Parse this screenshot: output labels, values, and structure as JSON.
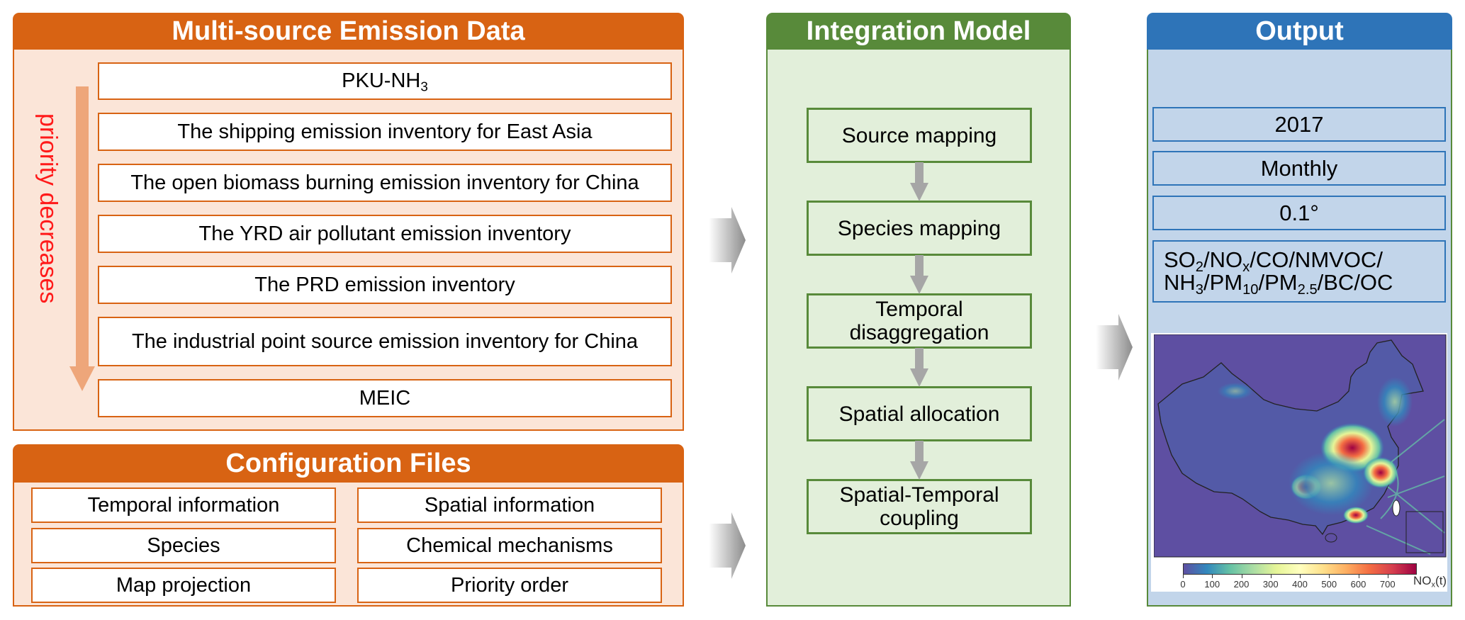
{
  "source_panel": {
    "title": "Multi-source Emission Data",
    "priority_label": "priority decreases",
    "items": [
      {
        "label": "PKU-NH",
        "sub": "3"
      },
      {
        "label": "The shipping emission inventory for East Asia"
      },
      {
        "label": "The open biomass burning emission inventory for China"
      },
      {
        "label": "The YRD air pollutant emission inventory"
      },
      {
        "label": "The PRD emission inventory"
      },
      {
        "label": "The industrial point source emission inventory for China"
      },
      {
        "label": "MEIC"
      }
    ]
  },
  "config_panel": {
    "title": "Configuration Files",
    "items": [
      "Temporal information",
      "Spatial information",
      "Species",
      "Chemical mechanisms",
      "Map projection",
      "Priority order"
    ]
  },
  "model_panel": {
    "title": "Integration Model",
    "steps": [
      [
        "Source mapping"
      ],
      [
        "Species mapping"
      ],
      [
        "Temporal",
        "disaggregation"
      ],
      [
        "Spatial allocation"
      ],
      [
        "Spatial-Temporal",
        "coupling"
      ]
    ]
  },
  "output_panel": {
    "title": "Output",
    "year": "2017",
    "temporal_resolution": "Monthly",
    "spatial_resolution": "0.1°",
    "species_line1": [
      {
        "t": "SO"
      },
      {
        "s": "2"
      },
      {
        "t": "/NO"
      },
      {
        "s": "x"
      },
      {
        "t": "/CO/NMVOC/"
      }
    ],
    "species_line2": [
      {
        "t": "NH"
      },
      {
        "s": "3"
      },
      {
        "t": "/PM"
      },
      {
        "s": "10"
      },
      {
        "t": "/PM"
      },
      {
        "s": "2.5"
      },
      {
        "t": "/BC/OC"
      }
    ],
    "map": {
      "description": "Gridded NOx emission map of China",
      "colorbar_ticks": [
        "0",
        "100",
        "200",
        "300",
        "400",
        "500",
        "600",
        "700"
      ],
      "colorbar_unit": "NO",
      "colorbar_unit_sub": "x",
      "colorbar_unit_suffix": "(t)",
      "colorbar_range": [
        0,
        800
      ],
      "colors": [
        "#5e4fa2",
        "#3288bd",
        "#66c2a5",
        "#abdda4",
        "#e6f598",
        "#ffffbf",
        "#fee08b",
        "#fdae61",
        "#f46d43",
        "#d53e4f",
        "#9e0142"
      ]
    }
  },
  "colors": {
    "orange": "#d86313",
    "green": "#588a3a",
    "blue": "#2e74b8",
    "priority_text": "#ff1a1a"
  }
}
